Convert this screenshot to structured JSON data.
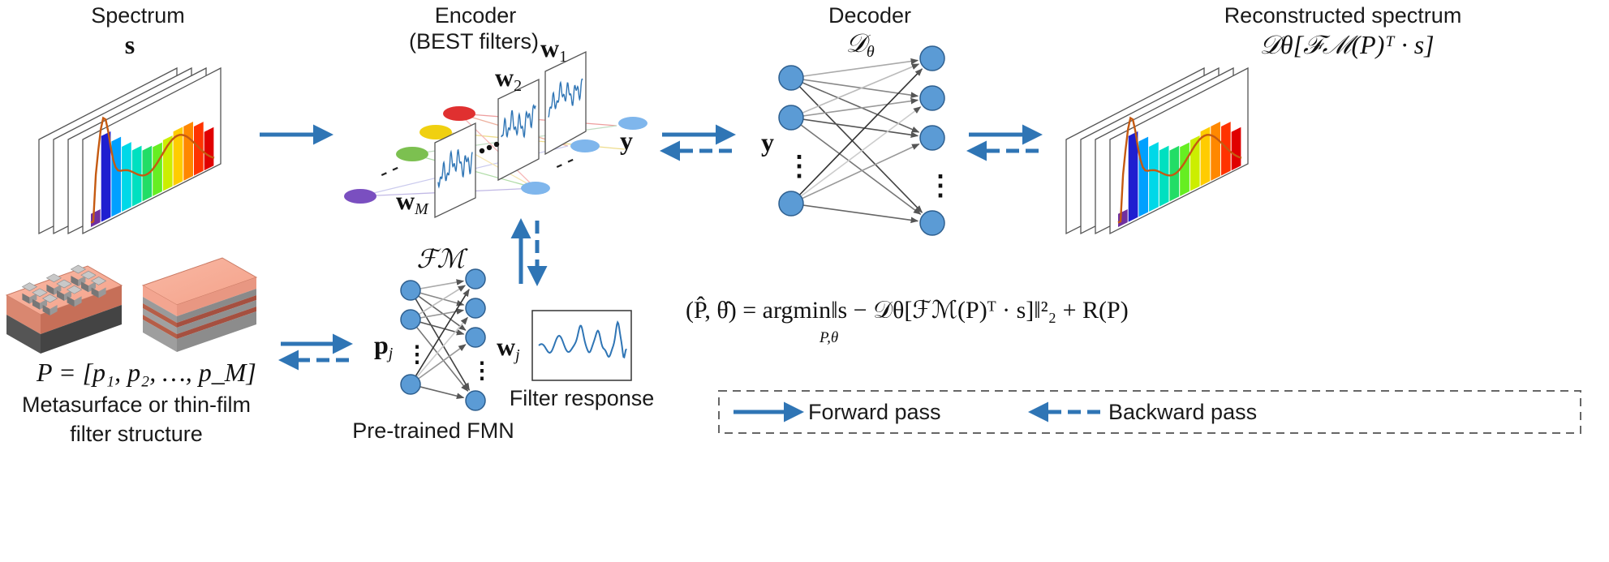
{
  "labels": {
    "spectrum_title": "Spectrum",
    "spectrum_symbol": "s",
    "encoder_title": "Encoder",
    "encoder_subtitle": "(BEST filters)",
    "decoder_title": "Decoder",
    "decoder_symbol": "𝒟",
    "decoder_sub": "θ",
    "recon_title": "Reconstructed spectrum",
    "recon_formula": "𝒟θ[ℱℳ(P)ᵀ · s]",
    "fm_symbol": "ℱℳ",
    "y_label": "y",
    "pj_label": "p",
    "pj_sub": "j",
    "wj_label": "w",
    "wj_sub": "j",
    "w1_label": "w",
    "w1_sub": "1",
    "w2_label": "w",
    "w2_sub": "2",
    "wM_label": "w",
    "wM_sub": "M",
    "filter_response": "Filter response",
    "pretrained_fmn": "Pre-trained FMN",
    "p_set": "P = [p₁, p₂, …, p_M]",
    "structure_line1": "Metasurface or thin-film",
    "structure_line2": "filter structure",
    "objective": "(P̂, θ̂) = argmin‖s − 𝒟θ[ℱℳ(P)ᵀ · s]‖²₂ + R(P)",
    "objective_sub": "P,θ",
    "legend_forward": "Forward pass",
    "legend_backward": "Backward pass",
    "dots_vertical": "⋮",
    "dots_diag": "⋰"
  },
  "colors": {
    "arrow": "#2f75b5",
    "node": "#5b9bd5",
    "curve": "#c55a11",
    "spectrum_bars": [
      "#7030a0",
      "#1f1fd0",
      "#00a0ff",
      "#00d8e8",
      "#00e0c0",
      "#22dd66",
      "#66ee22",
      "#ccee00",
      "#ffcc00",
      "#ff8800",
      "#ff3300",
      "#e00000"
    ]
  }
}
